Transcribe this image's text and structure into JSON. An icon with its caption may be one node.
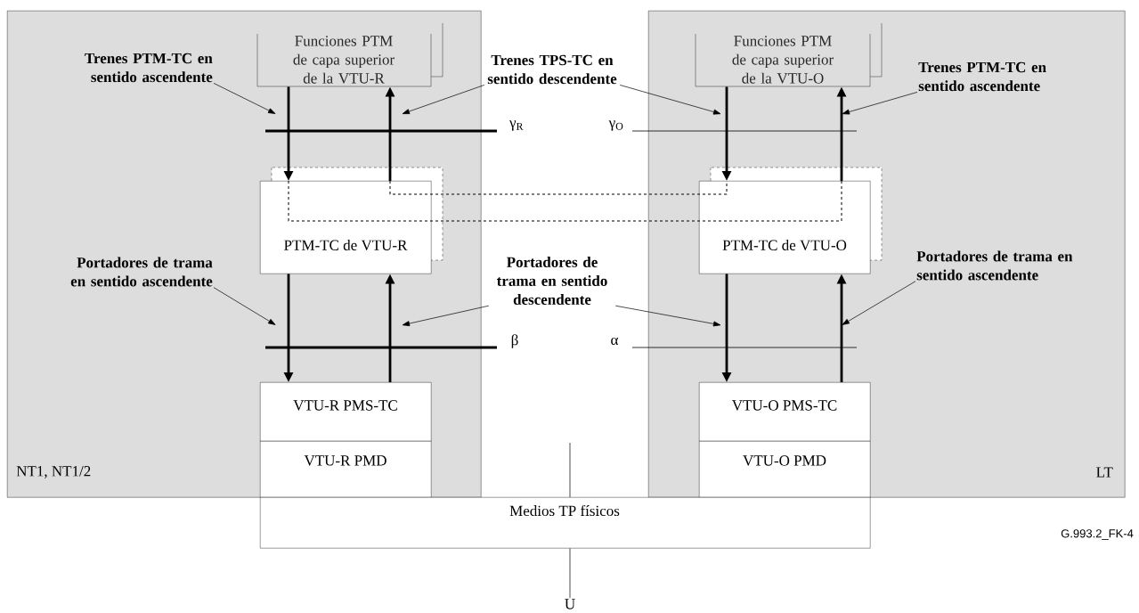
{
  "diagram": {
    "nodes": [
      {
        "text": [
          "NT1, NT1/2"
        ]
      },
      {
        "text": [
          "Funciones PTM de capa superior de la VTU-R"
        ],
        "in": 0
      },
      {
        "text": [
          "PTM-TC de VTU-R"
        ],
        "in": 0
      },
      {
        "text": [
          "VTU-R PMS-TC"
        ],
        "in": 0
      },
      {
        "text": [
          "VTU-R PMD"
        ],
        "in": 0
      },
      {
        "text": [
          "LT"
        ]
      },
      {
        "text": [
          "Funciones PTM de capa superior de la VTU-O"
        ],
        "in": 5
      },
      {
        "text": [
          "PTM-TC de VTU-O"
        ],
        "in": 5
      },
      {
        "text": [
          "VTU-O PMS-TC"
        ],
        "in": 5
      },
      {
        "text": [
          "VTU-O PMD"
        ],
        "in": 5
      },
      {
        "text": [
          "Medios TP físicos"
        ]
      },
      {
        "text": [
          "Trenes PTM-TC en sentido ascendente"
        ],
        "in": 0
      },
      {
        "text": [
          "Trenes TPS-TC en sentido descendente"
        ]
      },
      {
        "text": [
          "Trenes PTM-TC en sentido ascendente"
        ],
        "in": 5
      },
      {
        "text": [
          "Portadores de trama en sentido ascendente"
        ],
        "in": 0
      },
      {
        "text": [
          "Portadores de trama en sentido descendente"
        ]
      },
      {
        "text": [
          "Portadores de trama en sentido ascendente"
        ],
        "in": 5
      },
      {
        "text": [
          "U"
        ]
      }
    ],
    "edges": [
      {
        "from": 1,
        "to": 2,
        "arrow": "to",
        "style": "thick"
      },
      {
        "from": 2,
        "to": 1,
        "arrow": "to",
        "style": "thick"
      },
      {
        "from": 2,
        "to": 3,
        "arrow": "to",
        "style": "thick"
      },
      {
        "from": 3,
        "to": 2,
        "arrow": "to",
        "style": "thick"
      },
      {
        "from": 6,
        "to": 7,
        "arrow": "to",
        "style": "thick"
      },
      {
        "from": 7,
        "to": 6,
        "arrow": "to",
        "style": "thick"
      },
      {
        "from": 7,
        "to": 8,
        "arrow": "to",
        "style": "thick"
      },
      {
        "from": 8,
        "to": 7,
        "arrow": "to",
        "style": "thick"
      },
      {
        "from": 2,
        "to": 7,
        "arrow": "none",
        "style": "dashed"
      },
      {
        "from": 2,
        "to": 7,
        "arrow": "none",
        "style": "dashed"
      },
      {
        "from": null,
        "to": 10,
        "arrow": "none"
      },
      {
        "from": 10,
        "to": 17,
        "arrow": "none"
      },
      {
        "from": 11,
        "to": null,
        "arrow": "to"
      },
      {
        "from": 12,
        "to": null,
        "arrow": "to"
      },
      {
        "from": 12,
        "to": null,
        "arrow": "to"
      },
      {
        "from": 13,
        "to": null,
        "arrow": "to"
      },
      {
        "from": 14,
        "to": null,
        "arrow": "to"
      },
      {
        "from": 15,
        "to": null,
        "arrow": "to"
      },
      {
        "from": 15,
        "to": null,
        "arrow": "to"
      },
      {
        "from": 16,
        "to": null,
        "arrow": "to"
      }
    ],
    "labels": [
      "γ$_{R}$",
      "γ$_{O}$",
      "β",
      "α",
      "G.993.2_FK-4"
    ]
  }
}
